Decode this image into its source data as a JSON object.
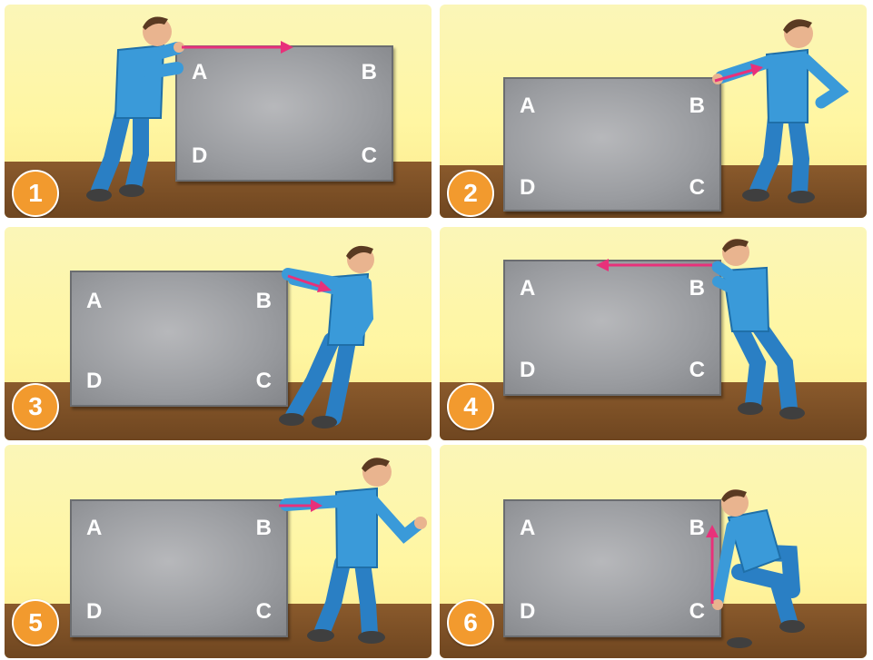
{
  "colors": {
    "panel_bg": "#fff6a2",
    "floor": "#7a4d24",
    "box": "#9d9fa3",
    "arrow": "#e8317a",
    "badge": "#f29a2e",
    "shirt": "#3a9ad9",
    "pants": "#2a7fc4"
  },
  "panels": [
    {
      "number": "1",
      "corners": {
        "a": "A",
        "b": "B",
        "c": "C",
        "d": "D"
      },
      "man_pose": "pushing-left-side",
      "arrow_direction": "right"
    },
    {
      "number": "2",
      "corners": {
        "a": "A",
        "b": "B",
        "c": "C",
        "d": "D"
      },
      "man_pose": "pulling-right-side",
      "arrow_direction": "right"
    },
    {
      "number": "3",
      "corners": {
        "a": "A",
        "b": "B",
        "c": "C",
        "d": "D"
      },
      "man_pose": "pulling-leaning-back",
      "arrow_direction": "right"
    },
    {
      "number": "4",
      "corners": {
        "a": "A",
        "b": "B",
        "c": "C",
        "d": "D"
      },
      "man_pose": "pushing-right-side",
      "arrow_direction": "left"
    },
    {
      "number": "5",
      "corners": {
        "a": "A",
        "b": "B",
        "c": "C",
        "d": "D"
      },
      "man_pose": "pulling-relaxed",
      "arrow_direction": "right"
    },
    {
      "number": "6",
      "corners": {
        "a": "A",
        "b": "B",
        "c": "C",
        "d": "D"
      },
      "man_pose": "lifting-crouched",
      "arrow_direction": "up"
    }
  ]
}
